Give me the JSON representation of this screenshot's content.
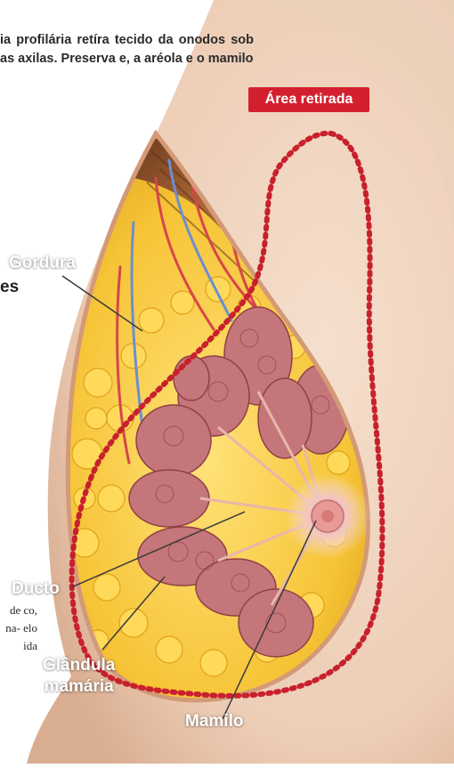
{
  "intro": {
    "heading_fragment": "",
    "paragraph": "ia profilária retíra tecido da onodos sob as axilas. Preserva e, a aréola e o mamilo"
  },
  "side_fragment": "es",
  "body_fragment": "de co, na- elo ida",
  "badge": {
    "label": "Área retirada",
    "color": "#d4202e"
  },
  "labels": {
    "fat": "Gordura",
    "duct": "Ducto",
    "gland_line1": "Glândula",
    "gland_line2": "mamária",
    "nipple": "Mamilo"
  },
  "colors": {
    "skin": "#f0d3bd",
    "fat": "#f2c230",
    "gland": "#c5767a",
    "dotted_outline": "#c8202c",
    "veins": "#6d8ed0",
    "arteries": "#d8454a"
  }
}
